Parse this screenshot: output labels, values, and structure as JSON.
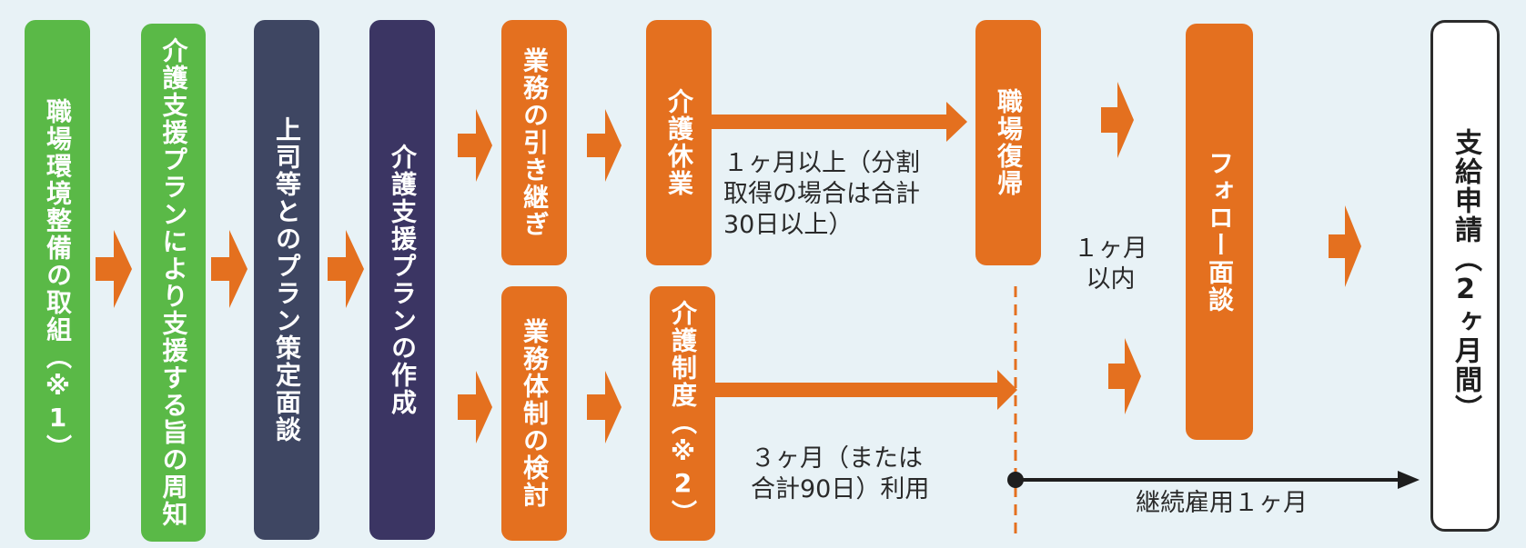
{
  "steps": {
    "s1": "職場環境整備の取組（※1）",
    "s2": "介護支援プランにより支援する旨の周知",
    "s3": "上司等とのプラン策定面談",
    "s4": "介護支援プランの作成",
    "s5a": "業務の引き継ぎ",
    "s5b": "業務体制の検討",
    "s6a": "介護休業",
    "s6b": "介護制度（※2）",
    "s7": "職場復帰",
    "s8": "フォロー面談",
    "s9": "支給申請（2ヶ月間）"
  },
  "notes": {
    "leave": [
      "１ヶ月以上（分割",
      "取得の場合は合計",
      "30日以上）"
    ],
    "system": [
      "３ヶ月（または",
      "合計90日）利用"
    ],
    "within": [
      "１ヶ月",
      "以内"
    ],
    "employment": "継続雇用１ヶ月"
  },
  "colors": {
    "green": "#5ab947",
    "slate": "#3e4662",
    "indigo": "#3b3563",
    "orange": "#e4701f",
    "background": "#e8f2f6"
  }
}
